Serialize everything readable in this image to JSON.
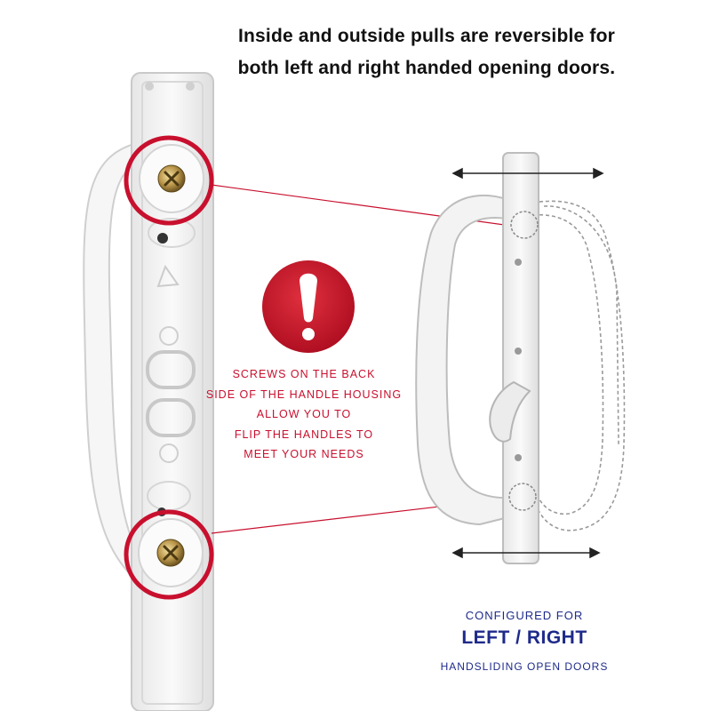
{
  "headline": {
    "line1": "Inside and outside pulls are reversible for",
    "line2": "both left and right handed opening doors."
  },
  "warning": {
    "icon": "exclamation-icon",
    "lines": [
      "SCREWS ON THE BACK",
      "SIDE OF THE HANDLE HOUSING",
      "ALLOW YOU TO",
      "FLIP THE HANDLES TO",
      "MEET YOUR NEEDS"
    ]
  },
  "config": {
    "line1": "CONFIGURED FOR",
    "line2": "LEFT / RIGHT",
    "line3": "HANDSLIDING OPEN DOORS"
  },
  "colors": {
    "accent_red": "#c8102e",
    "navy": "#1e2a8a",
    "handle_white": "#f4f4f4"
  }
}
